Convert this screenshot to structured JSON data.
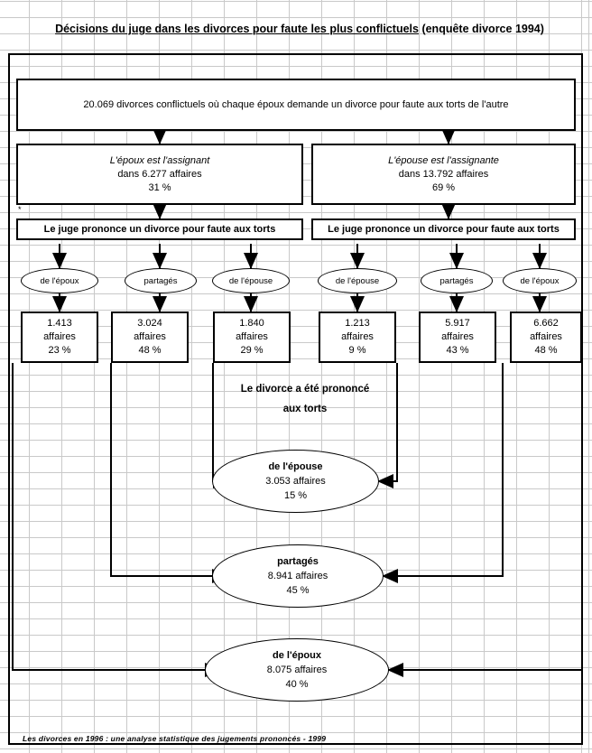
{
  "title": {
    "underlined": "Décisions du juge dans les divorces pour faute les plus conflictuels",
    "suffix": " (enquête divorce 1994)"
  },
  "top_box": {
    "text": "20.069 divorces conflictuels où chaque époux demande un divorce pour faute aux torts de l'autre"
  },
  "parties": [
    {
      "name": "left",
      "line1": "L'époux est l'assignant",
      "line2": "dans 6.277 affaires",
      "line3": "31 %"
    },
    {
      "name": "right",
      "line1": "L'épouse est l'assignante",
      "line2": "dans 13.792 affaires",
      "line3": "69 %"
    }
  ],
  "asterisk": "*",
  "judge_boxes": [
    {
      "label": "Le juge prononce un divorce pour faute aux torts"
    },
    {
      "label": "Le juge prononce un divorce pour faute aux torts"
    }
  ],
  "fault_nodes": [
    {
      "label": "de l'époux"
    },
    {
      "label": "partagés"
    },
    {
      "label": "de l'épouse"
    },
    {
      "label": "de l'épouse"
    },
    {
      "label": "partagés"
    },
    {
      "label": "de l'époux"
    }
  ],
  "result_boxes": [
    {
      "count": "1.413",
      "unit": "affaires",
      "pct": "23 %"
    },
    {
      "count": "3.024",
      "unit": "affaires",
      "pct": "48 %"
    },
    {
      "count": "1.840",
      "unit": "affaires",
      "pct": "29 %"
    },
    {
      "count": "1.213",
      "unit": "affaires",
      "pct": "9 %"
    },
    {
      "count": "5.917",
      "unit": "affaires",
      "pct": "43 %"
    },
    {
      "count": "6.662",
      "unit": "affaires",
      "pct": "48 %"
    }
  ],
  "caption": {
    "line1": "Le divorce a été prononcé",
    "line2": "aux torts"
  },
  "totals": [
    {
      "head": "de l'épouse",
      "count": "3.053 affaires",
      "pct": "15 %"
    },
    {
      "head": "partagés",
      "count": "8.941 affaires",
      "pct": "45 %"
    },
    {
      "head": "de l'époux",
      "count": "8.075 affaires",
      "pct": "40 %"
    }
  ],
  "footer": {
    "text": "Les divorces en 1996 : une analyse statistique des jugements prononcés - 1999"
  },
  "chart_data": {
    "type": "diagram",
    "title": "Décisions du juge dans les divorces pour faute les plus conflictuels (enquête divorce 1994)",
    "total_cases": 20069,
    "branches": [
      {
        "assignant": "L'époux est l'assignant",
        "cases": 6277,
        "share_pct": 31,
        "outcomes": [
          {
            "torts": "de l'époux",
            "cases": 1413,
            "pct": 23
          },
          {
            "torts": "partagés",
            "cases": 3024,
            "pct": 48
          },
          {
            "torts": "de l'épouse",
            "cases": 1840,
            "pct": 29
          }
        ]
      },
      {
        "assignant": "L'épouse est l'assignante",
        "cases": 13792,
        "share_pct": 69,
        "outcomes": [
          {
            "torts": "de l'épouse",
            "cases": 1213,
            "pct": 9
          },
          {
            "torts": "partagés",
            "cases": 5917,
            "pct": 43
          },
          {
            "torts": "de l'époux",
            "cases": 6662,
            "pct": 48
          }
        ]
      }
    ],
    "totals": [
      {
        "torts": "de l'épouse",
        "cases": 3053,
        "pct": 15
      },
      {
        "torts": "partagés",
        "cases": 8941,
        "pct": 45
      },
      {
        "torts": "de l'époux",
        "cases": 8075,
        "pct": 40
      }
    ],
    "source": "Les divorces en 1996 : une analyse statistique des jugements prononcés - 1999"
  }
}
